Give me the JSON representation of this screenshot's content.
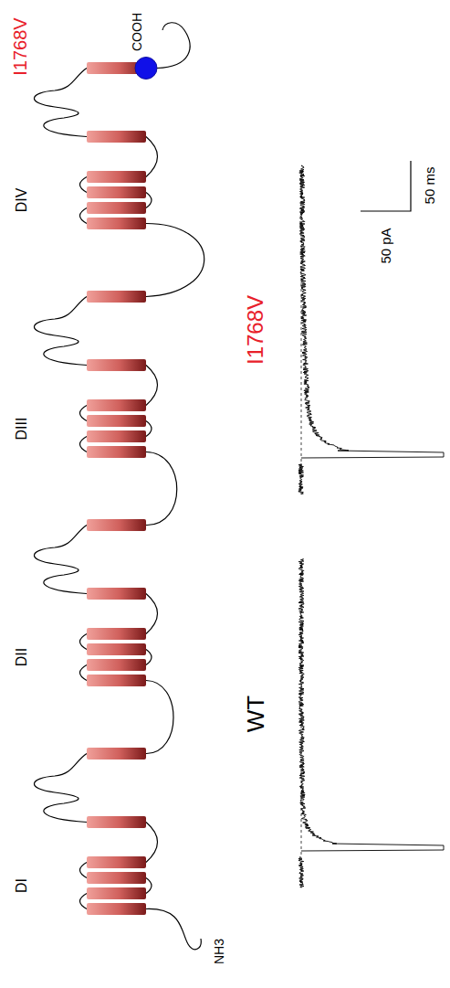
{
  "diagram": {
    "labels": [
      "DI",
      "DII",
      "DIII",
      "DIV",
      "I1768V",
      "COOH",
      "NH3",
      "WT",
      "I1768V",
      "50 pA",
      "50 ms"
    ]
  }
}
